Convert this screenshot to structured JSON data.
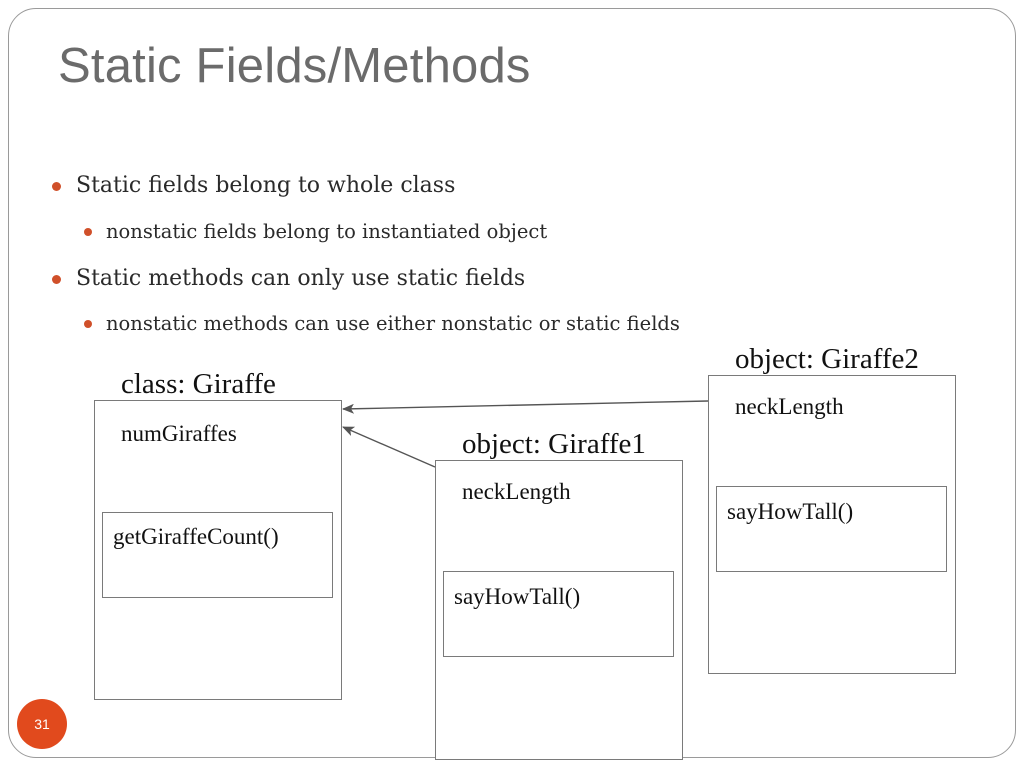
{
  "slide": {
    "title": "Static Fields/Methods",
    "page_number": "31"
  },
  "bullets": [
    {
      "level": 1,
      "text": "Static fields belong to whole class"
    },
    {
      "level": 2,
      "text": "nonstatic fields belong to instantiated object"
    },
    {
      "level": 1,
      "text": "Static methods can only use static fields"
    },
    {
      "level": 2,
      "text": "nonstatic methods can use either nonstatic or static fields"
    }
  ],
  "diagram": {
    "class_box": {
      "title": "class: Giraffe",
      "field": "numGiraffes",
      "method": "getGiraffeCount()"
    },
    "object1": {
      "title": "object: Giraffe1",
      "field": "neckLength",
      "method": "sayHowTall()"
    },
    "object2": {
      "title": "object: Giraffe2",
      "field": "neckLength",
      "method": "sayHowTall()"
    },
    "colors": {
      "bullet": "#d0502a",
      "page_badge": "#e14a1d",
      "title": "#6b6b6b"
    }
  }
}
